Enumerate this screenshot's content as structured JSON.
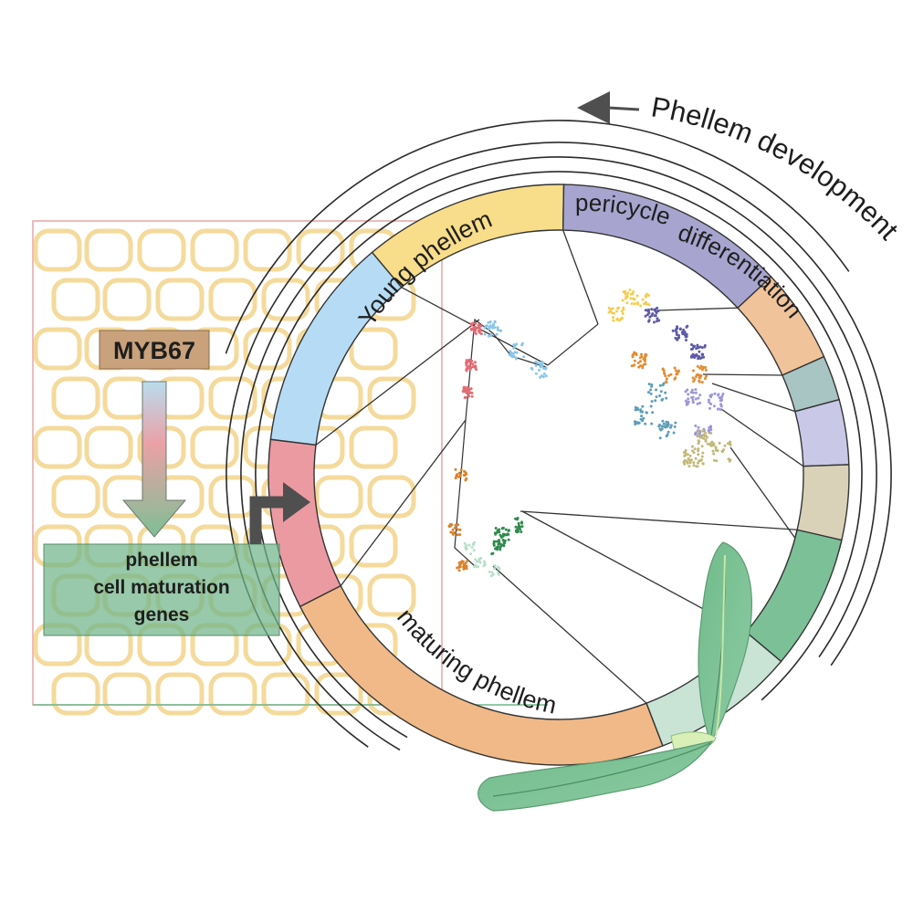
{
  "annotations": {
    "direction_label": "Phellem development",
    "regulator": "MYB67",
    "target_lines": [
      "phellem",
      "cell maturation",
      "genes"
    ]
  },
  "sectors": [
    {
      "label": "Young phellem",
      "color": "#ec9aa2",
      "a0": 153,
      "a1": 187
    },
    {
      "label": "",
      "color": "#b6dcf5",
      "a0": 187,
      "a1": 230
    },
    {
      "label": "pericycle",
      "color": "#f8dd8a",
      "a0": 230,
      "a1": 271
    },
    {
      "label": "differentiation",
      "color": "#a7a5cf",
      "a0": 271,
      "a1": 317
    },
    {
      "label": "",
      "color": "#f0c39a",
      "a0": 317,
      "a1": 336
    },
    {
      "label": "",
      "color": "#a9c5c3",
      "a0": 336,
      "a1": 345
    },
    {
      "label": "",
      "color": "#c9c8e6",
      "a0": 345,
      "a1": 358
    },
    {
      "label": "",
      "color": "#d9d2b8",
      "a0": 358,
      "a1": 375
    },
    {
      "label": "",
      "color": "#f0b987",
      "a0": 69,
      "a1": 153
    },
    {
      "label": "",
      "color": "#c9e3d5",
      "a0": 40,
      "a1": 69
    },
    {
      "label": "maturing phellem",
      "color": "#7cc097",
      "a0": 13,
      "a1": 40
    }
  ],
  "clusters": [
    {
      "color": "#e56b73"
    },
    {
      "color": "#88c6ea"
    },
    {
      "color": "#f6cc4e"
    },
    {
      "color": "#5d5aa6"
    },
    {
      "color": "#e28c35"
    },
    {
      "color": "#5f9db8"
    },
    {
      "color": "#9c97d8"
    },
    {
      "color": "#c2b878"
    },
    {
      "color": "#d9822b"
    },
    {
      "color": "#b9dfcb"
    },
    {
      "color": "#2f8a4e"
    }
  ]
}
